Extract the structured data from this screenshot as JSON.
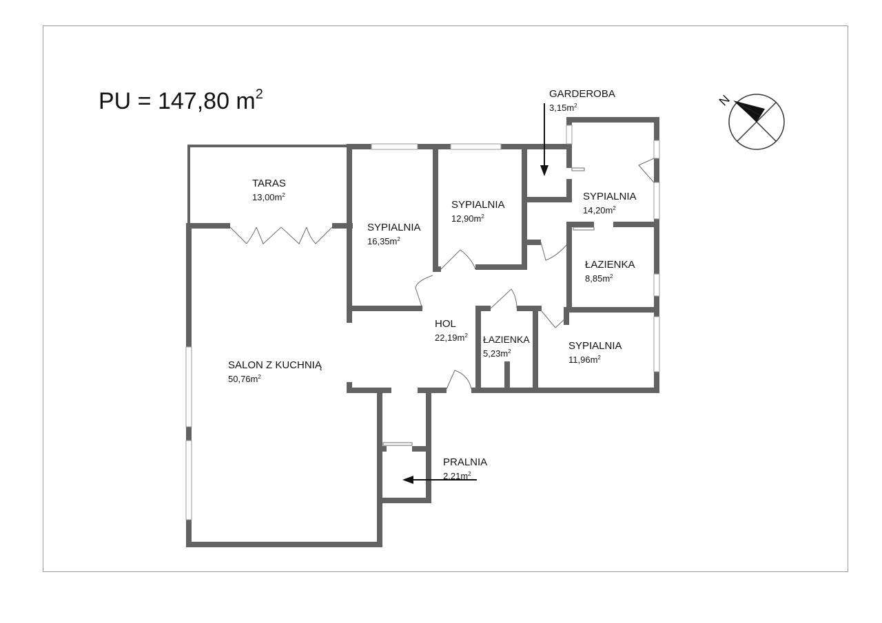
{
  "plan": {
    "total_label": "PU = 147,80 m",
    "total_sup": "2",
    "unit": "m",
    "unit_sup": "2",
    "compass_letter": "N",
    "rooms": [
      {
        "id": "taras",
        "name": "TARAS",
        "area": "13,00"
      },
      {
        "id": "sypialnia-1",
        "name": "SYPIALNIA",
        "area": "16,35"
      },
      {
        "id": "sypialnia-2",
        "name": "SYPIALNIA",
        "area": "12,90"
      },
      {
        "id": "garderoba",
        "name": "GARDEROBA",
        "area": "3,15"
      },
      {
        "id": "sypialnia-3",
        "name": "SYPIALNIA",
        "area": "14,20"
      },
      {
        "id": "lazienka-1",
        "name": "ŁAZIENKA",
        "area": "8,85"
      },
      {
        "id": "hol",
        "name": "HOL",
        "area": "22,19"
      },
      {
        "id": "lazienka-2",
        "name": "ŁAZIENKA",
        "area": "5,23"
      },
      {
        "id": "sypialnia-4",
        "name": "SYPIALNIA",
        "area": "11,96"
      },
      {
        "id": "salon",
        "name": "SALON Z KUCHNIĄ",
        "area": "50,76"
      },
      {
        "id": "pralnia",
        "name": "PRALNIA",
        "area": "2,21"
      }
    ],
    "colors": {
      "wall": "#626262",
      "frame": "#9a9a9a",
      "text": "#111111"
    }
  }
}
